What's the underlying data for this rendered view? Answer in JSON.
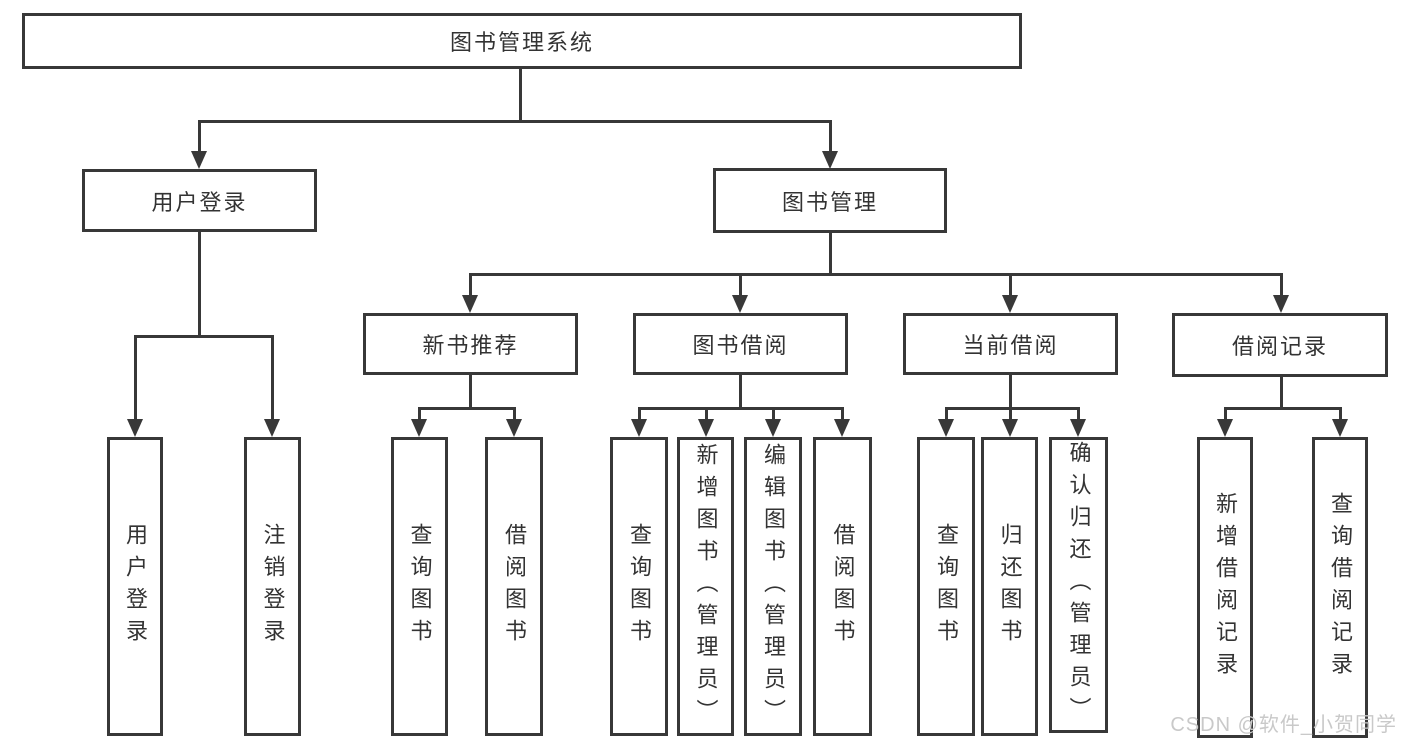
{
  "diagram_title": "图书管理系统",
  "colors": {
    "line": "#383838",
    "text": "#333333",
    "background": "#ffffff",
    "watermark": "#c9c9c9"
  },
  "tree": {
    "root": {
      "label": "图书管理系统"
    },
    "branches": [
      {
        "label": "用户登录",
        "children": [
          {
            "label": "用户登录"
          },
          {
            "label": "注销登录"
          }
        ]
      },
      {
        "label": "图书管理",
        "children": [
          {
            "label": "新书推荐",
            "children": [
              {
                "label": "查询图书"
              },
              {
                "label": "借阅图书"
              }
            ]
          },
          {
            "label": "图书借阅",
            "children": [
              {
                "label": "查询图书"
              },
              {
                "label": "新增图书（管理员）"
              },
              {
                "label": "编辑图书（管理员）"
              },
              {
                "label": "借阅图书"
              }
            ]
          },
          {
            "label": "当前借阅",
            "children": [
              {
                "label": "查询图书"
              },
              {
                "label": "归还图书"
              },
              {
                "label": "确认归还（管理员）"
              }
            ]
          },
          {
            "label": "借阅记录",
            "children": [
              {
                "label": "新增借阅记录"
              },
              {
                "label": "查询借阅记录"
              }
            ]
          }
        ]
      }
    ]
  },
  "watermark": {
    "text": "CSDN @软件_小贺同学"
  }
}
